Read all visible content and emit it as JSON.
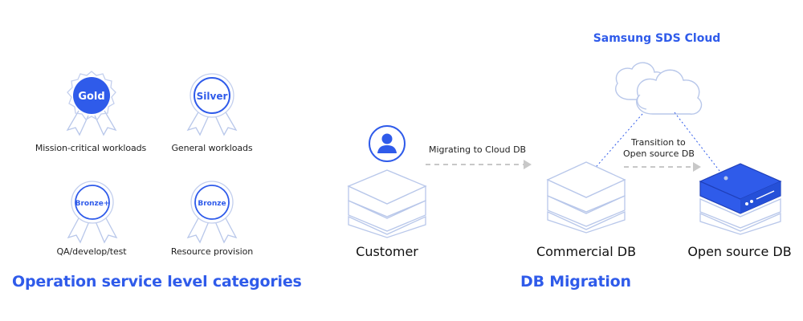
{
  "left_section": {
    "title": "Operation service level categories",
    "badges": [
      {
        "tier": "Gold",
        "caption": "Mission-critical workloads"
      },
      {
        "tier": "Silver",
        "caption": "General workloads"
      },
      {
        "tier": "Bronze+",
        "caption": "QA/develop/test"
      },
      {
        "tier": "Bronze",
        "caption": "Resource provision"
      }
    ]
  },
  "right_section": {
    "title": "DB Migration",
    "cloud_label": "Samsung SDS Cloud",
    "nodes": {
      "customer": "Customer",
      "commercial_db": "Commercial DB",
      "open_source_db": "Open source DB"
    },
    "arrows": {
      "migrating": "Migrating to Cloud DB",
      "transition_line1": "Transition to",
      "transition_line2": "Open source DB"
    }
  },
  "colors": {
    "accent_blue": "#2f5bea",
    "light_blue_line": "#b8c7ea",
    "arrow_gray": "#c8c8c8"
  }
}
